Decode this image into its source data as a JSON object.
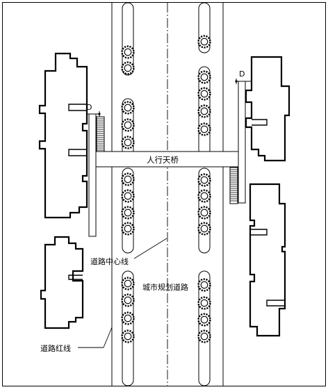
{
  "labels": {
    "bridge": "人行天桥",
    "centerline": "道路中心线",
    "planned_road": "城市规划道路",
    "red_line": "道路红线",
    "d_left": "D",
    "d_right": "D"
  },
  "colors": {
    "ink": "#000000",
    "paper": "#ffffff"
  }
}
